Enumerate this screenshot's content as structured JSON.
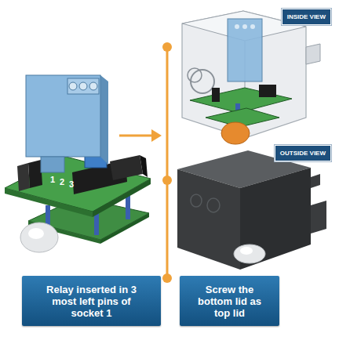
{
  "diagram": {
    "nodes": [
      {
        "text": [
          "INSIDE VIEW"
        ]
      },
      {
        "text": [
          "OUTSIDE VIEW"
        ]
      },
      {
        "text": [
          "Relay inserted in 3 most left pins of socket 1"
        ]
      },
      {
        "text": [
          "Screw the bottom lid as top lid"
        ]
      }
    ],
    "labels": [
      "1",
      "2",
      "3"
    ]
  }
}
